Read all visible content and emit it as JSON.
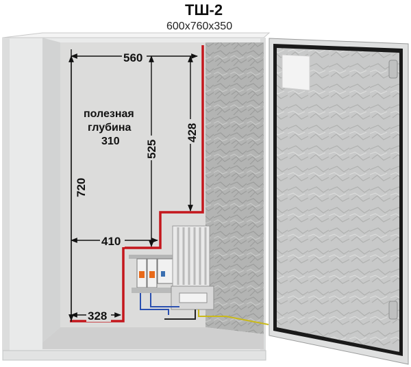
{
  "title": "ТШ-2",
  "subtitle": "600x760x350",
  "dimensions": {
    "width_top": "560",
    "height_full": "720",
    "height_mid": "525",
    "height_upper": "428",
    "width_mid": "410",
    "width_bottom": "328"
  },
  "depth_note": {
    "line1": "полезная",
    "line2": "глубина",
    "line3": "310"
  },
  "colors": {
    "cabinet_body": "#e9eaea",
    "cabinet_interior": "#d6d6d5",
    "usable_area_outline": "#c4161c",
    "galvanized_plate": "#a9aaa9",
    "door_seal": "#1a1a1a"
  }
}
